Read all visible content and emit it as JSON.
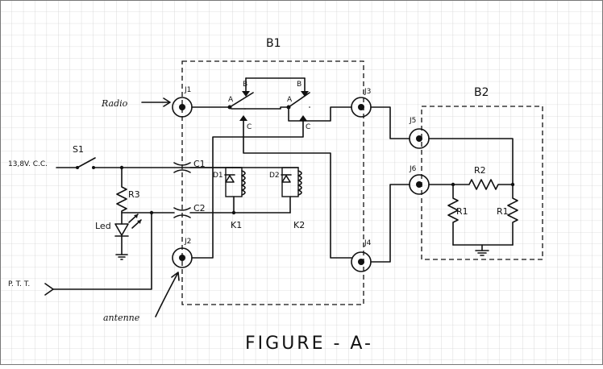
{
  "figure": {
    "title": "FIGURE - A-",
    "boxes": {
      "b1": "B1",
      "b2": "B2"
    },
    "connectors": {
      "j1": "J1",
      "j2": "J2",
      "j3": "J3",
      "j4": "J4",
      "j5": "J5",
      "j6": "J6"
    },
    "terminals": {
      "radio": "Radio",
      "antenne": "antenne",
      "supply": "13,8V. C.C.",
      "ptt": "P. T. T."
    },
    "switch_contacts": {
      "a": "A",
      "b": "B",
      "c": "C"
    },
    "components": {
      "s1": "S1",
      "r3": "R3",
      "led": "Led",
      "c1": "C1",
      "c2": "C2",
      "d1": "D1",
      "d2": "D2",
      "k1": "K1",
      "k2": "K2",
      "r2": "R2",
      "r1": "R1"
    }
  }
}
